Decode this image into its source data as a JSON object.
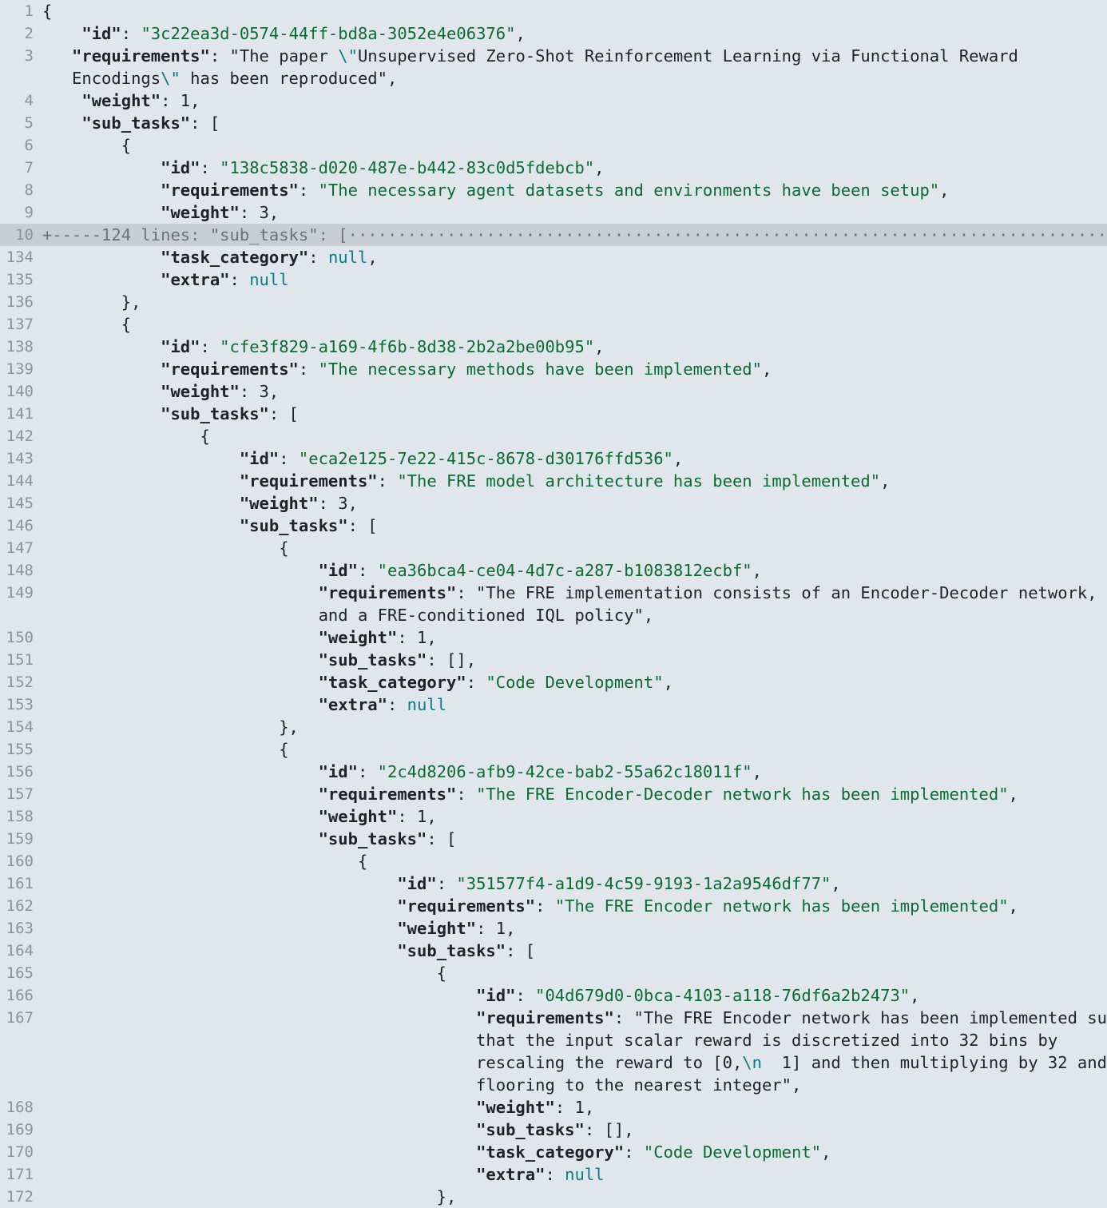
{
  "editor": {
    "lines": [
      {
        "num": "1",
        "text": "{"
      },
      {
        "num": "2",
        "text": "    \"id\": \"3c22ea3d-0574-44ff-bd8a-3052e4e06376\","
      },
      {
        "num": "3",
        "text": "   \"requirements\": \"The paper \\\"Unsupervised Zero-Shot Reinforcement Learning via Functional Reward"
      },
      {
        "num": "",
        "text": "   Encodings\\\" has been reproduced\","
      },
      {
        "num": "4",
        "text": "    \"weight\": 1,"
      },
      {
        "num": "5",
        "text": "    \"sub_tasks\": ["
      },
      {
        "num": "6",
        "text": "        {"
      },
      {
        "num": "7",
        "text": "            \"id\": \"138c5838-d020-487e-b442-83c0d5fdebcb\","
      },
      {
        "num": "8",
        "text": "            \"requirements\": \"The necessary agent datasets and environments have been setup\","
      },
      {
        "num": "9",
        "text": "            \"weight\": 3,"
      },
      {
        "num": "10",
        "text": "+-----124 lines: \"sub_tasks\": [·············································································",
        "fold": true
      },
      {
        "num": "134",
        "text": "            \"task_category\": null,"
      },
      {
        "num": "135",
        "text": "            \"extra\": null"
      },
      {
        "num": "136",
        "text": "        },"
      },
      {
        "num": "137",
        "text": "        {"
      },
      {
        "num": "138",
        "text": "            \"id\": \"cfe3f829-a169-4f6b-8d38-2b2a2be00b95\","
      },
      {
        "num": "139",
        "text": "            \"requirements\": \"The necessary methods have been implemented\","
      },
      {
        "num": "140",
        "text": "            \"weight\": 3,"
      },
      {
        "num": "141",
        "text": "            \"sub_tasks\": ["
      },
      {
        "num": "142",
        "text": "                {"
      },
      {
        "num": "143",
        "text": "                    \"id\": \"eca2e125-7e22-415c-8678-d30176ffd536\","
      },
      {
        "num": "144",
        "text": "                    \"requirements\": \"The FRE model architecture has been implemented\","
      },
      {
        "num": "145",
        "text": "                    \"weight\": 3,"
      },
      {
        "num": "146",
        "text": "                    \"sub_tasks\": ["
      },
      {
        "num": "147",
        "text": "                        {"
      },
      {
        "num": "148",
        "text": "                            \"id\": \"ea36bca4-ce04-4d7c-a287-b1083812ecbf\","
      },
      {
        "num": "149",
        "text": "                            \"requirements\": \"The FRE implementation consists of an Encoder-Decoder network,"
      },
      {
        "num": "",
        "text": "                            and a FRE-conditioned IQL policy\","
      },
      {
        "num": "150",
        "text": "                            \"weight\": 1,"
      },
      {
        "num": "151",
        "text": "                            \"sub_tasks\": [],"
      },
      {
        "num": "152",
        "text": "                            \"task_category\": \"Code Development\","
      },
      {
        "num": "153",
        "text": "                            \"extra\": null"
      },
      {
        "num": "154",
        "text": "                        },"
      },
      {
        "num": "155",
        "text": "                        {"
      },
      {
        "num": "156",
        "text": "                            \"id\": \"2c4d8206-afb9-42ce-bab2-55a62c18011f\","
      },
      {
        "num": "157",
        "text": "                            \"requirements\": \"The FRE Encoder-Decoder network has been implemented\","
      },
      {
        "num": "158",
        "text": "                            \"weight\": 1,"
      },
      {
        "num": "159",
        "text": "                            \"sub_tasks\": ["
      },
      {
        "num": "160",
        "text": "                                {"
      },
      {
        "num": "161",
        "text": "                                    \"id\": \"351577f4-a1d9-4c59-9193-1a2a9546df77\","
      },
      {
        "num": "162",
        "text": "                                    \"requirements\": \"The FRE Encoder network has been implemented\","
      },
      {
        "num": "163",
        "text": "                                    \"weight\": 1,"
      },
      {
        "num": "164",
        "text": "                                    \"sub_tasks\": ["
      },
      {
        "num": "165",
        "text": "                                        {"
      },
      {
        "num": "166",
        "text": "                                            \"id\": \"04d679d0-0bca-4103-a118-76df6a2b2473\","
      },
      {
        "num": "167",
        "text": "                                            \"requirements\": \"The FRE Encoder network has been implemented such"
      },
      {
        "num": "",
        "text": "                                            that the input scalar reward is discretized into 32 bins by"
      },
      {
        "num": "",
        "text": "                                            rescaling the reward to [0,\\n  1] and then multiplying by 32 and"
      },
      {
        "num": "",
        "text": "                                            flooring to the nearest integer\","
      },
      {
        "num": "168",
        "text": "                                            \"weight\": 1,"
      },
      {
        "num": "169",
        "text": "                                            \"sub_tasks\": [],"
      },
      {
        "num": "170",
        "text": "                                            \"task_category\": \"Code Development\","
      },
      {
        "num": "171",
        "text": "                                            \"extra\": null"
      },
      {
        "num": "172",
        "text": "                                        },"
      }
    ]
  }
}
